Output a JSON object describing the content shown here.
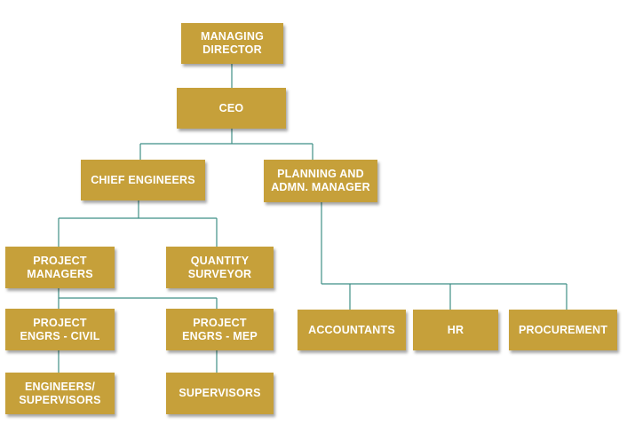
{
  "org_chart": {
    "managing_director": "MANAGING\nDIRECTOR",
    "ceo": "CEO",
    "chief_engineers": "CHIEF ENGINEERS",
    "planning_admin_manager": "PLANNING AND\nADMN. MANAGER",
    "project_managers": "PROJECT\nMANAGERS",
    "quantity_surveyor": "QUANTITY\nSURVEYOR",
    "project_engrs_civil": "PROJECT\nENGRS - CIVIL",
    "project_engrs_mep": "PROJECT\nENGRS - MEP",
    "accountants": "ACCOUNTANTS",
    "hr": "HR",
    "procurement": "PROCUREMENT",
    "engineers_supervisors": "ENGINEERS/\nSUPERVISORS",
    "supervisors": "SUPERVISORS"
  },
  "colors": {
    "box_fill": "#c6a03a",
    "box_text": "#ffffff",
    "connector": "#3f8f86"
  }
}
